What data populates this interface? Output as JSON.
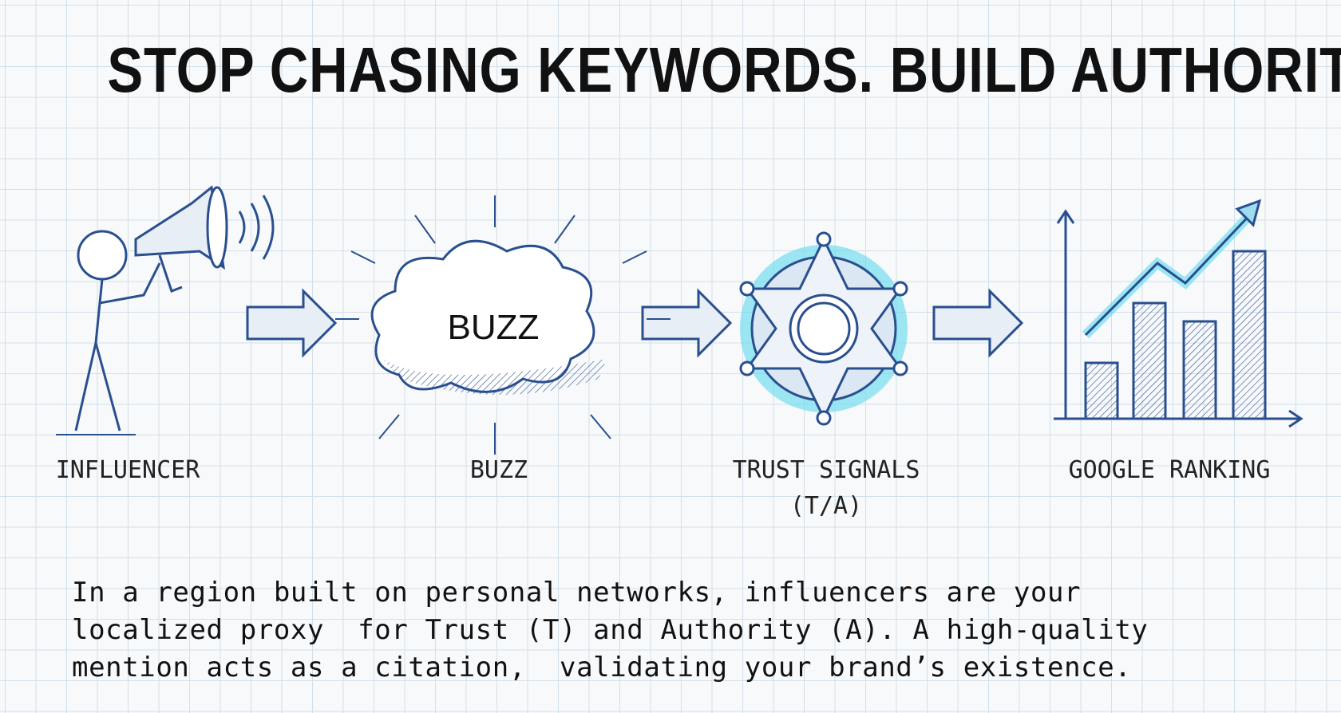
{
  "title": "STOP CHASING KEYWORDS. BUILD AUTHORITY.",
  "steps": [
    {
      "label": "INFLUENCER",
      "icon": "megaphone-person-icon"
    },
    {
      "label": "BUZZ",
      "icon": "cloud-icon",
      "inner_text": "BUZZ"
    },
    {
      "label": "TRUST SIGNALS",
      "sub": "(T/A)",
      "icon": "sheriff-badge-icon"
    },
    {
      "label": "GOOGLE RANKING",
      "icon": "bar-chart-icon"
    }
  ],
  "paragraph": [
    "In a region built on personal networks, influencers are your",
    "localized proxy  for Trust (T) and Authority (A). A high-quality",
    "mention acts as a citation,  validating your brand’s existence."
  ],
  "colors": {
    "ink": "#2a4f8f",
    "glow": "#5fd8ee",
    "text": "#111111"
  }
}
